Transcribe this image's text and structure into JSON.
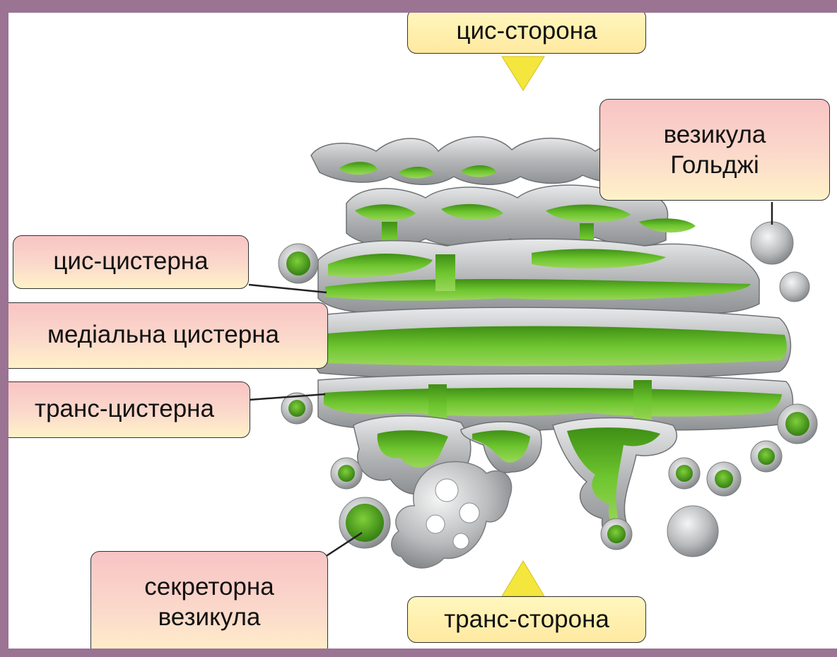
{
  "labels": {
    "cis_side": "цис-сторона",
    "golgi_vesicle_line1": "везикула",
    "golgi_vesicle_line2": "Гольджі",
    "cis_cisterna": "цис-цистерна",
    "medial_cisterna": "медіальна цистерна",
    "trans_cisterna": "транс-цистерна",
    "secretory_vesicle_line1": "секреторна",
    "secretory_vesicle_line2": "везикула",
    "trans_side": "транс-сторона"
  },
  "colors": {
    "frame": "#9b7393",
    "outer_background": "#f2b9e3",
    "canvas": "#ffffff",
    "lumen_green": "#5fb82a",
    "membrane_gray": "#b9bbbd",
    "arrow_yellow": "#f4e63c"
  }
}
